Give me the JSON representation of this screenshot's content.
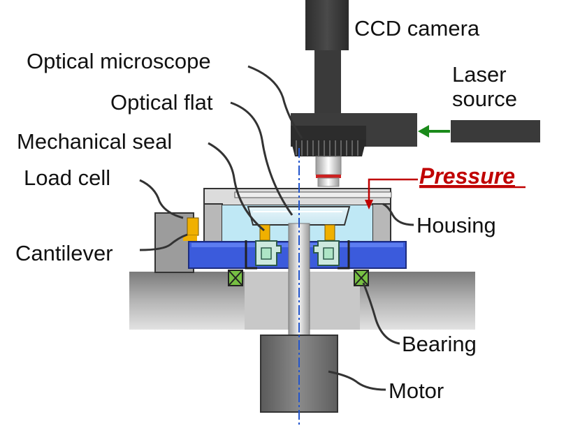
{
  "labels": {
    "ccd_camera": "CCD camera",
    "optical_microscope": "Optical microscope",
    "optical_flat": "Optical flat",
    "laser_source_line1": "Laser",
    "laser_source_line2": "source",
    "mechanical_seal": "Mechanical seal",
    "load_cell": "Load cell",
    "pressure": "Pressure",
    "housing": "Housing",
    "cantilever": "Cantilever",
    "bearing": "Bearing",
    "motor": "Motor"
  },
  "colors": {
    "pressure": "#c00000",
    "laser_arrow": "#1a8a1a",
    "rotor": "#3b5bdc",
    "fluid": "#bfe8f5",
    "bearing": "#77c043",
    "seal_part": "#f0b000",
    "axis": "#2255cc"
  }
}
